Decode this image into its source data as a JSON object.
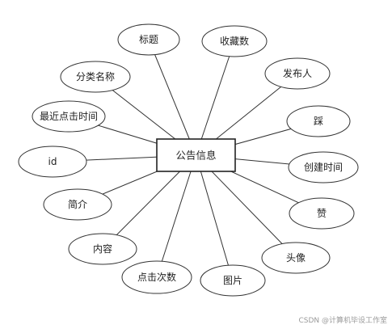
{
  "diagram": {
    "entity": {
      "label": "公告信息"
    },
    "attributes": [
      {
        "id": "title",
        "label": "标题"
      },
      {
        "id": "favorites",
        "label": "收藏数"
      },
      {
        "id": "publisher",
        "label": "发布人"
      },
      {
        "id": "dislike",
        "label": "踩"
      },
      {
        "id": "created-at",
        "label": "创建时间"
      },
      {
        "id": "like",
        "label": "赞"
      },
      {
        "id": "avatar",
        "label": "头像"
      },
      {
        "id": "image",
        "label": "图片"
      },
      {
        "id": "clicks",
        "label": "点击次数"
      },
      {
        "id": "content",
        "label": "内容"
      },
      {
        "id": "intro",
        "label": "简介"
      },
      {
        "id": "id",
        "label": "id"
      },
      {
        "id": "last-click-time",
        "label": "最近点击时间"
      },
      {
        "id": "category-name",
        "label": "分类名称"
      }
    ]
  },
  "watermark": {
    "text": "CSDN @计算机毕设工作室"
  }
}
